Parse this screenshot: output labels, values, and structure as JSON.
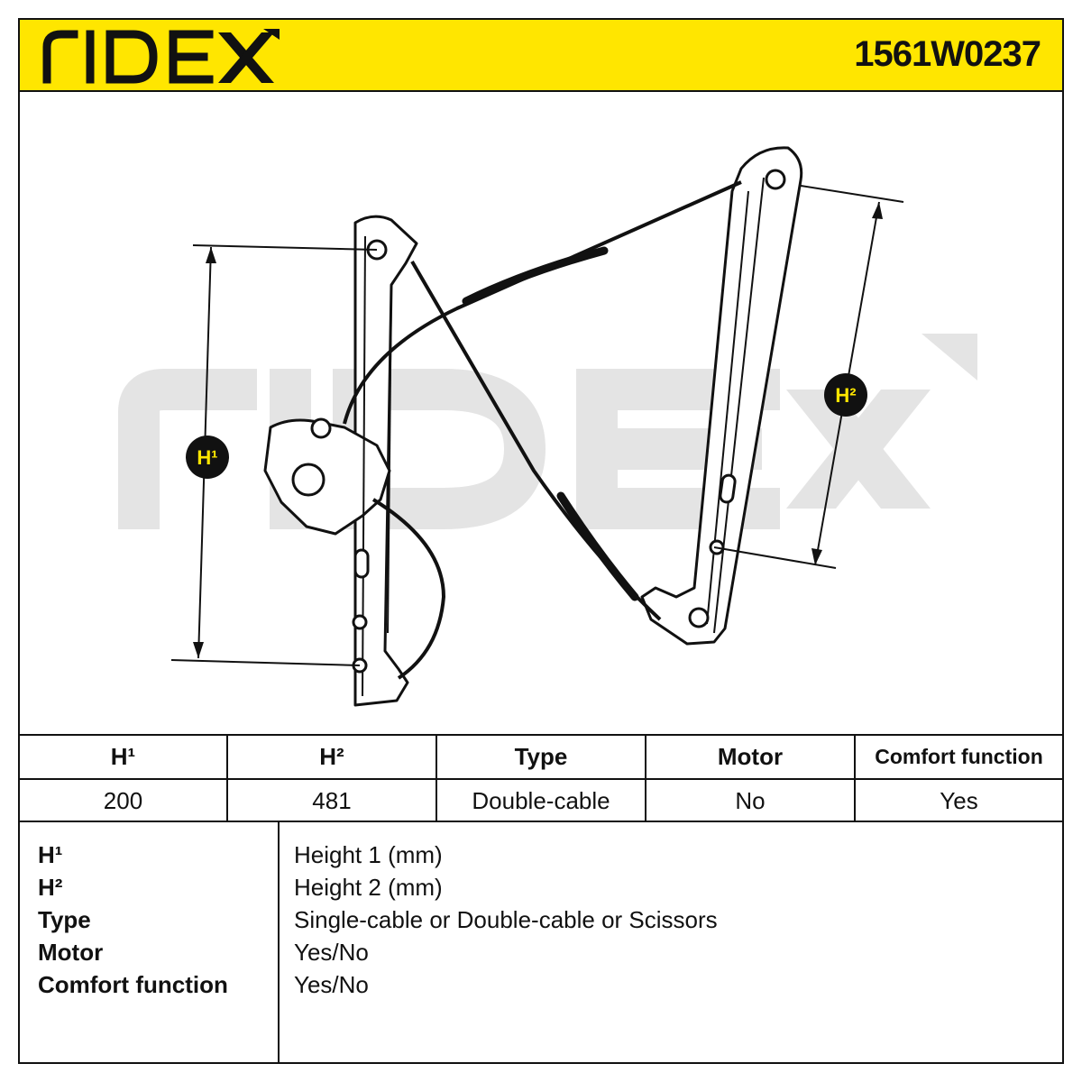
{
  "brand": "RIDEX",
  "part_number": "1561W0237",
  "colors": {
    "accent": "#ffe600",
    "line": "#111111",
    "watermark": "#e4e4e4"
  },
  "drawing": {
    "h1_badge": "H¹",
    "h2_badge": "H²",
    "watermark": "RIDEX"
  },
  "spec_table": {
    "headers": [
      "H¹",
      "H²",
      "Type",
      "Motor",
      "Comfort function"
    ],
    "values": [
      "200",
      "481",
      "Double-cable",
      "No",
      "Yes"
    ]
  },
  "legend": [
    {
      "key": "H¹",
      "definition": "Height 1 (mm)"
    },
    {
      "key": "H²",
      "definition": "Height 2 (mm)"
    },
    {
      "key": "Type",
      "definition": "Single-cable or Double-cable or Scissors"
    },
    {
      "key": "Motor",
      "definition": "Yes/No"
    },
    {
      "key": "Comfort function",
      "definition": "Yes/No"
    }
  ]
}
